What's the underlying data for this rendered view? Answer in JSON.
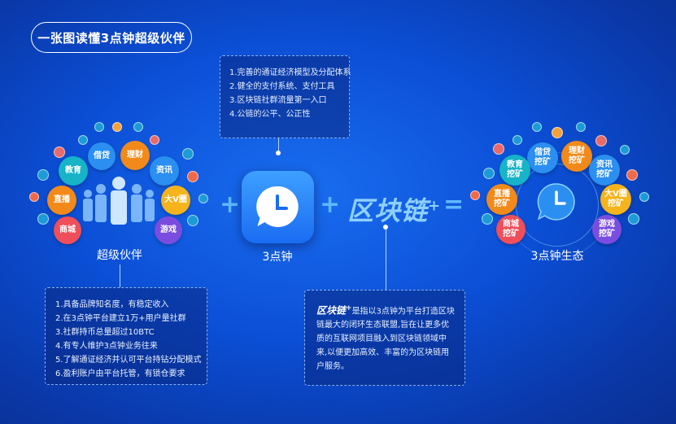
{
  "title": "一张图读懂3点钟超级伙伴",
  "top_box": {
    "items": [
      "1.完善的通证经济模型及分配体系",
      "2.健全的支付系统、支付工具",
      "3.区块链社群流量第一入口",
      "4.公链的公平、公正性"
    ]
  },
  "partner": {
    "label": "超级伙伴",
    "bubbles": [
      "借贷",
      "理财",
      "教育",
      "资讯",
      "直播",
      "大V圈",
      "商城",
      "游戏"
    ]
  },
  "app": {
    "label": "3点钟"
  },
  "blockchain": {
    "text": "区块链",
    "sup": "+"
  },
  "operators": {
    "plus1": "+",
    "plus2": "+",
    "equals": "="
  },
  "ecosystem": {
    "label": "3点钟生态",
    "bubbles": [
      "借贷\n挖矿",
      "理财\n挖矿",
      "教育\n挖矿",
      "资讯\n挖矿",
      "直播\n挖矿",
      "大V圈\n挖矿",
      "商城\n挖矿",
      "游戏\n挖矿"
    ]
  },
  "left_box": {
    "items": [
      "1.具备品牌知名度，有稳定收入",
      "2.在3点钟平台建立1万+用户量社群",
      "3.社群持币总量超过10BTC",
      "4.有专人维护3点钟业务往来",
      "5.了解通证经济并认可平台持钻分配模式",
      "6.盈利账户由平台托管，有锁仓要求"
    ]
  },
  "right_box": {
    "title": "区块链",
    "sup": "+",
    "text": "是指以3点钟为平台打造区块链最大的闭环生态联盟,旨在让更多优质的互联网项目融入到区块链领域中来,以便更加高效、丰富的为区块链用户服务。"
  },
  "colors": {
    "orange": "#f28a1a",
    "teal": "#17b3c7",
    "blue": "#2a8ff0",
    "purple": "#7a4de0",
    "red": "#ef4f5a",
    "yellow": "#f5b41c"
  }
}
